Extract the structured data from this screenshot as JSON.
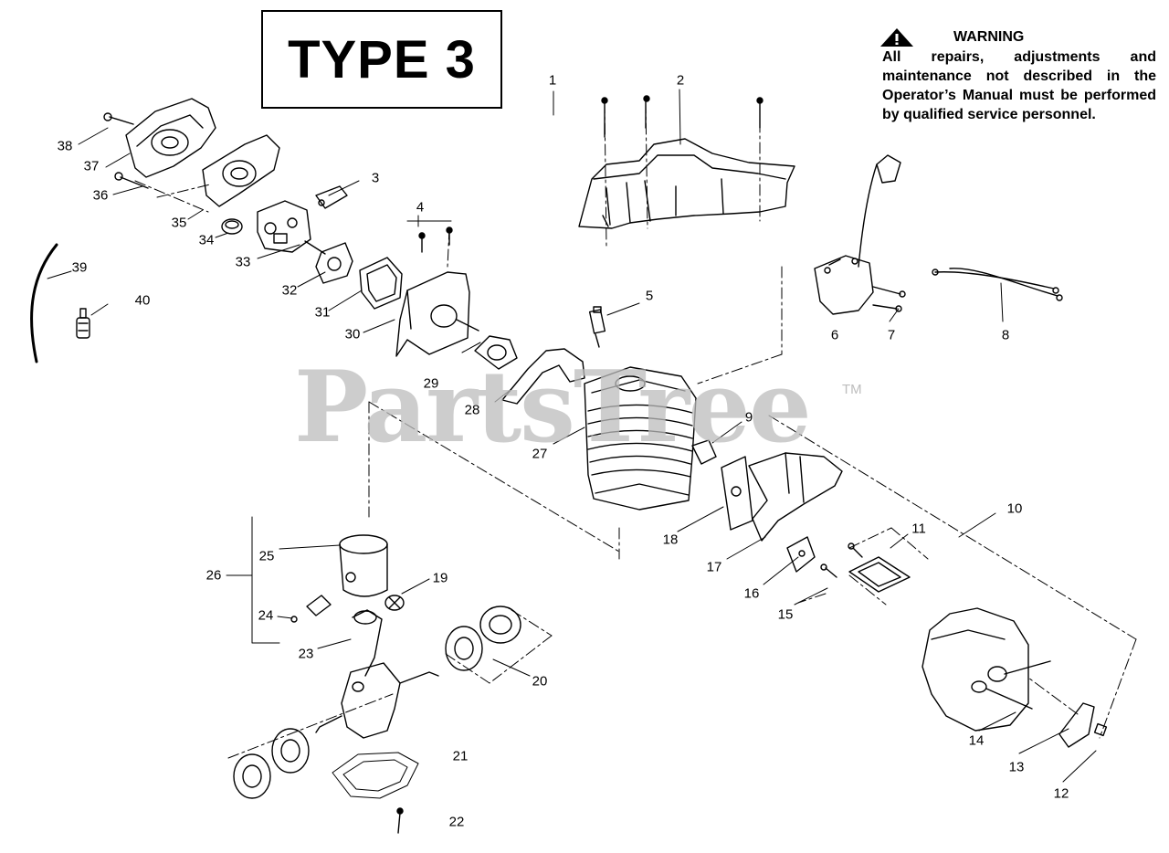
{
  "title": "TYPE 3",
  "warning": {
    "icon": "warning-triangle-icon",
    "heading": "WARNING",
    "text": "All repairs, adjustments and maintenance not described in the Operator’s Manual must be performed by qualified  service personnel."
  },
  "watermark": {
    "text": "PartsTree",
    "trademark": "TM"
  },
  "callouts": [
    "1",
    "2",
    "3",
    "4",
    "5",
    "6",
    "7",
    "8",
    "9",
    "10",
    "11",
    "12",
    "13",
    "14",
    "15",
    "16",
    "17",
    "18",
    "19",
    "20",
    "21",
    "22",
    "23",
    "24",
    "25",
    "26",
    "27",
    "28",
    "29",
    "30",
    "31",
    "32",
    "33",
    "34",
    "35",
    "36",
    "37",
    "38",
    "39",
    "40"
  ]
}
